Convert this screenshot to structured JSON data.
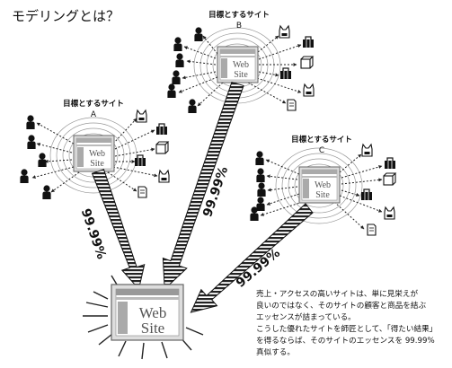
{
  "title": "モデリングとは？",
  "sites": {
    "a": {
      "label": "目標とするサイト",
      "letter": "A",
      "percent": "99.99%"
    },
    "b": {
      "label": "目標とするサイト",
      "letter": "B",
      "percent": "99.99%"
    },
    "c": {
      "label": "目標とするサイト",
      "letter": "C",
      "percent": "99.99%"
    }
  },
  "web_icon": {
    "line1": "Web",
    "line2": "Site"
  },
  "description": [
    "売上・アクセスの高いサイトは、単に見栄えが",
    "良いのではなく、そのサイトの顧客と商品を結ぶ",
    "エッセンスが詰まっている。",
    "こうした優れたサイトを師匠として、「得たい結果」",
    "を得るならば、そのサイトのエッセンスを 99.99%",
    "真似する。"
  ],
  "icons": {
    "person": "person-icon",
    "product": "product-icon",
    "web_site": "web-site-icon"
  }
}
